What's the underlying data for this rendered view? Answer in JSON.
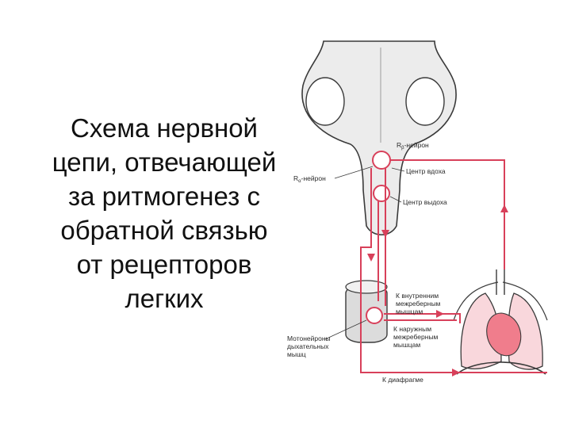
{
  "title": {
    "lines": [
      "Схема нервной",
      "цепи, отвечающей",
      "за ритмогенез с",
      "обратной связью",
      "от рецепторов",
      "легких"
    ]
  },
  "figure": {
    "labels": {
      "r_beta": "R",
      "r_beta_sub": "β",
      "r_beta_rest": "-нейрон",
      "r_alpha": "R",
      "r_alpha_sub": "α",
      "r_alpha_rest": "-нейрон",
      "inspiration_center": "Центр вдоха",
      "expiration_center": "Центр выдоха",
      "internal_line1": "К внутренним",
      "internal_line2": "межреберным",
      "internal_line3": "мышцам",
      "external_line1": "К наружным",
      "external_line2": "межреберным",
      "external_line3": "мышцам",
      "motoneurons_line1": "Мотонейроны",
      "motoneurons_line2": "дыхательных",
      "motoneurons_line3": "мышц",
      "diaphragm": "К диафрагме"
    },
    "colors": {
      "pathway": "#d8405a",
      "tissue": "#ececec",
      "outline": "#3a3a3a",
      "heart": "#f07d8c",
      "lung": "#f9d7dc"
    }
  }
}
